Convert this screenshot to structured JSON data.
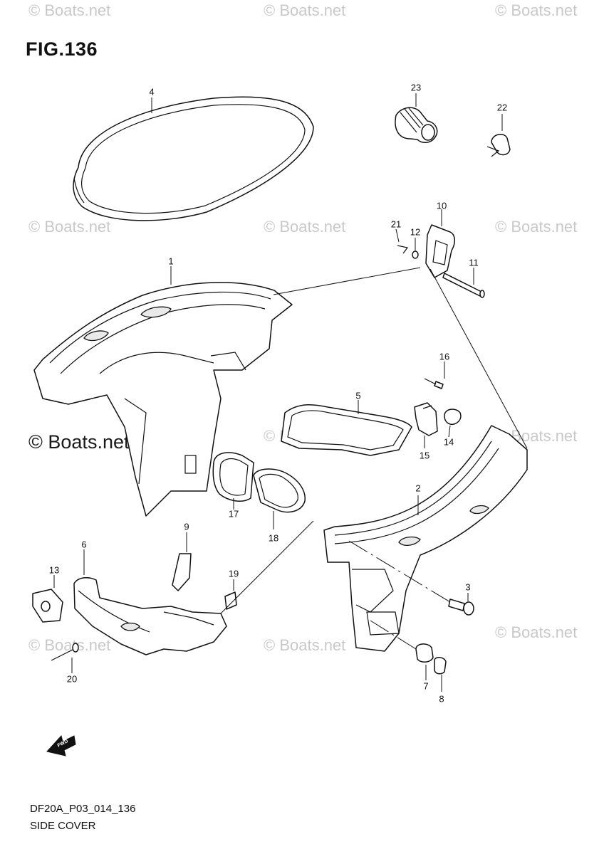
{
  "figure": {
    "title": "FIG.136",
    "code": "DF20A_P03_014_136",
    "caption": "SIDE COVER"
  },
  "watermark": {
    "text": "© Boats.net",
    "highlight_text": "© Boats.net"
  },
  "callouts": {
    "c1": "1",
    "c2": "2",
    "c3": "3",
    "c4": "4",
    "c5": "5",
    "c6": "6",
    "c7": "7",
    "c8": "8",
    "c9": "9",
    "c10": "10",
    "c11": "11",
    "c12": "12",
    "c13": "13",
    "c14": "14",
    "c15": "15",
    "c16": "16",
    "c17": "17",
    "c18": "18",
    "c19": "19",
    "c20": "20",
    "c21": "21",
    "c22": "22",
    "c23": "23"
  },
  "fwd_arrow": {
    "label": "FWD",
    "icon": "forward-arrow-icon"
  }
}
